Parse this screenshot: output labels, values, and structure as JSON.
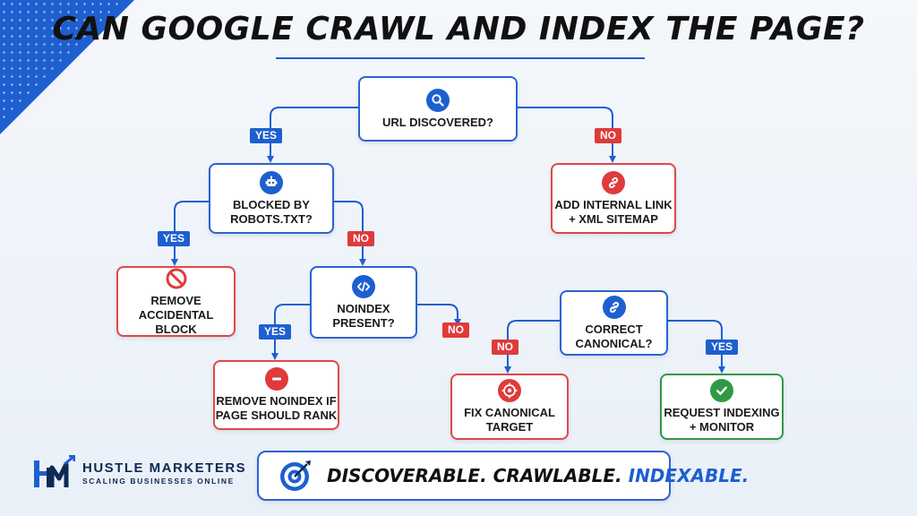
{
  "title": "CAN GOOGLE CRAWL AND INDEX THE PAGE?",
  "colors": {
    "accent": "#1e5fd0",
    "yes": "#1e5fd0",
    "no": "#e03a3a",
    "good": "#2f9a45"
  },
  "nodes": {
    "url_discovered": {
      "label": "URL DISCOVERED?",
      "icon": "search-icon"
    },
    "add_internal_link": {
      "label": "ADD INTERNAL LINK\n+ XML SITEMAP",
      "icon": "link-icon"
    },
    "blocked_by_robots": {
      "label": "BLOCKED BY\nROBOTS.TXT?",
      "icon": "robot-icon"
    },
    "remove_block": {
      "label": "REMOVE\nACCIDENTAL BLOCK",
      "icon": "prohibited-icon"
    },
    "noindex_present": {
      "label": "NOINDEX\nPRESENT?",
      "icon": "code-icon"
    },
    "remove_noindex": {
      "label": "REMOVE NOINDEX IF\nPAGE SHOULD RANK",
      "icon": "minus-circle-icon"
    },
    "correct_canonical": {
      "label": "CORRECT\nCANONICAL?",
      "icon": "link-icon"
    },
    "fix_canonical": {
      "label": "FIX CANONICAL\nTARGET",
      "icon": "target-icon"
    },
    "request_indexing": {
      "label": "REQUEST INDEXING\n+ MONITOR",
      "icon": "check-icon"
    }
  },
  "badges": {
    "yes": "YES",
    "no": "NO"
  },
  "brand": {
    "name": "HUSTLE MARKETERS",
    "tagline": "SCALING BUSINESSES ONLINE"
  },
  "footer": {
    "part1": "DISCOVERABLE.",
    "part2": "CRAWLABLE.",
    "part3": "INDEXABLE."
  }
}
